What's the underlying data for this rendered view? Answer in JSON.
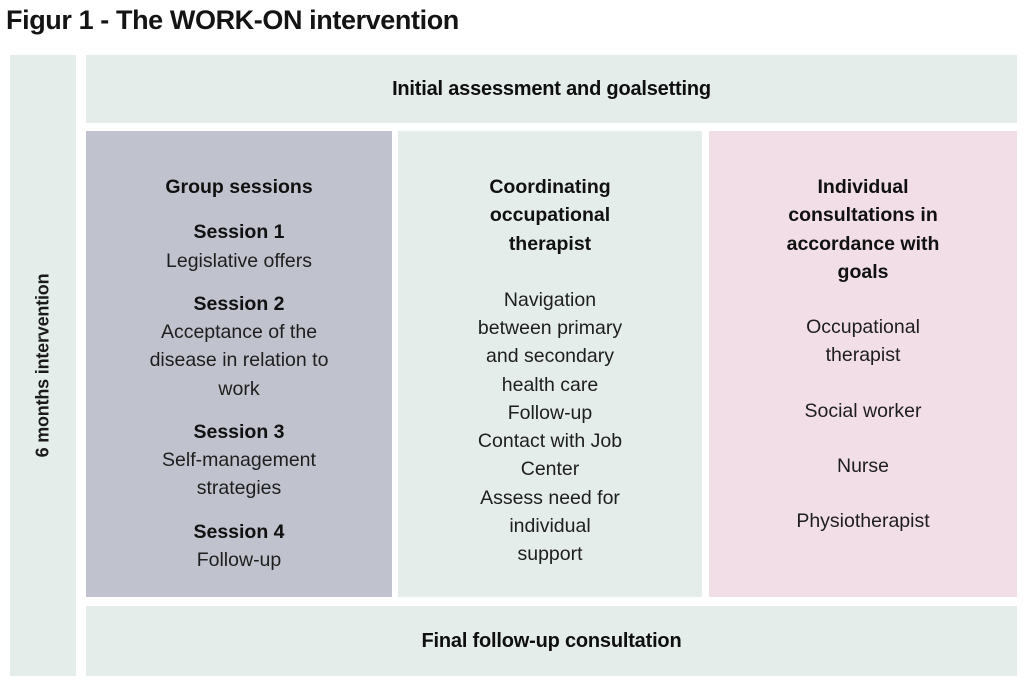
{
  "title": "Figur 1 - The WORK-ON intervention",
  "sidebar": {
    "label": "6 months intervention"
  },
  "banners": {
    "top": "Initial assessment and goalsetting",
    "bottom": "Final follow-up consultation"
  },
  "columns": [
    {
      "id": "group-sessions",
      "heading": "Group sessions",
      "sessions": [
        {
          "label": "Session 1",
          "text": "Legislative offers"
        },
        {
          "label": "Session 2",
          "text": [
            "Acceptance of the",
            "disease in relation to",
            "work"
          ]
        },
        {
          "label": "Session 3",
          "text": [
            "Self-management",
            "strategies"
          ]
        },
        {
          "label": "Session 4",
          "text": "Follow-up"
        }
      ]
    },
    {
      "id": "coordinating-occupational-therapist",
      "heading": [
        "Coordinating",
        "occupational",
        "therapist"
      ],
      "tasks": [
        [
          "Navigation",
          "between primary",
          "and secondary",
          "health care"
        ],
        [
          "Follow-up"
        ],
        [
          "Contact with Job",
          "Center"
        ],
        [
          "Assess need for",
          "individual",
          "support"
        ]
      ]
    },
    {
      "id": "individual-consultations",
      "heading": [
        "Individual",
        "consultations in",
        "accordance with",
        "goals"
      ],
      "providers": [
        [
          "Occupational",
          "therapist"
        ],
        "Social worker",
        "Nurse",
        "Physiotherapist"
      ]
    }
  ],
  "colors": {
    "mint": "#e4ede9",
    "gray": "#c0c2cd",
    "pink": "#f1dee7",
    "text": "#1e1e1e"
  }
}
